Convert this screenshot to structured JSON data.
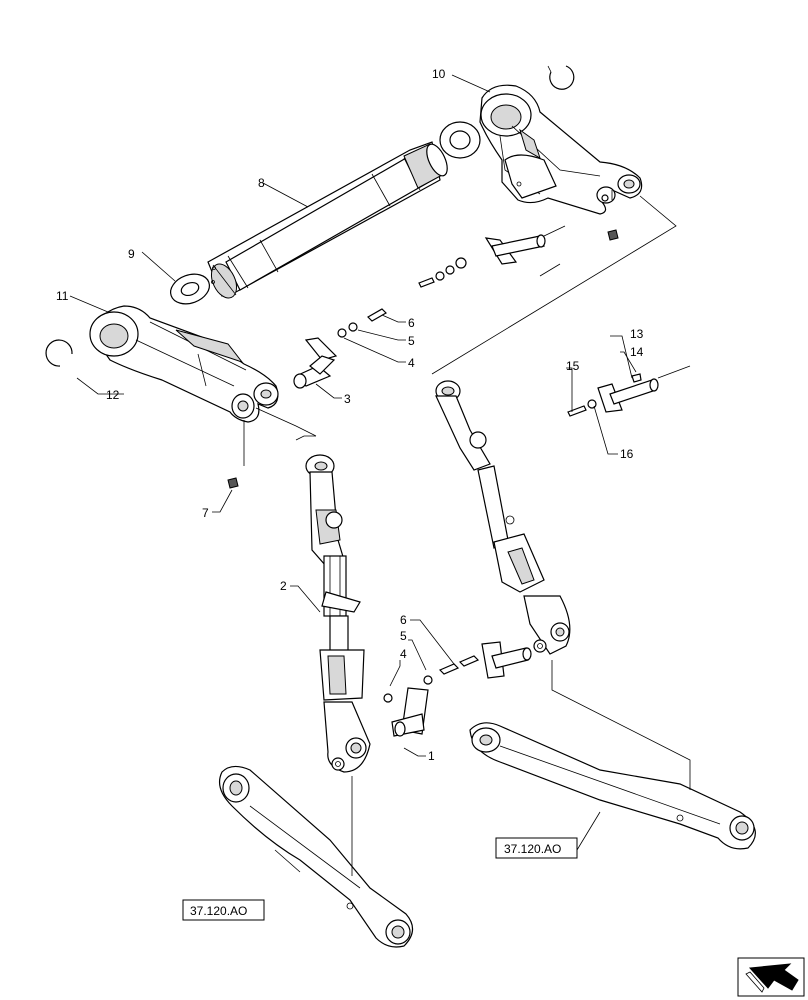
{
  "callouts": {
    "c1": "1",
    "c2": "2",
    "c3": "3",
    "c4a": "4",
    "c4b": "4",
    "c5a": "5",
    "c5b": "5",
    "c6a": "6",
    "c6b": "6",
    "c7": "7",
    "c8": "8",
    "c9": "9",
    "c10": "10",
    "c11": "11",
    "c12": "12",
    "c13": "13",
    "c14": "14",
    "c15": "15",
    "c16": "16"
  },
  "references": {
    "right": "37.120.AO",
    "left": "37.120.AO"
  },
  "icons": {
    "navigation": "arrow-next-icon"
  }
}
